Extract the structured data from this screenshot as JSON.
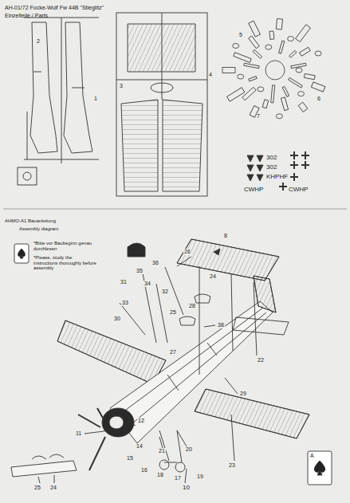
{
  "diagram": {
    "title": "AH-01/72 Focke-Wulf Fw 44B \"Stieglitz\"",
    "labels": [
      "Einzelteile / Parts",
      "1",
      "2",
      "3",
      "4",
      "5",
      "6",
      "7",
      "302",
      "302",
      "KHPHF",
      "CWHP",
      "CWHP",
      "AHMO-A1 Bauanleitung",
      "Assembly diagram",
      "*Bitte vor Baubeginn genau durchlesen",
      "*Please, study the instructions thoroughly before assembly",
      "36",
      "35",
      "34",
      "31",
      "33",
      "30",
      "32",
      "26",
      "25",
      "28",
      "27",
      "38",
      "24",
      "8",
      "29",
      "22",
      "23",
      "20",
      "21",
      "18",
      "17",
      "19",
      "16",
      "15",
      "14",
      "12",
      "11",
      "10",
      "25",
      "24",
      "A"
    ]
  }
}
